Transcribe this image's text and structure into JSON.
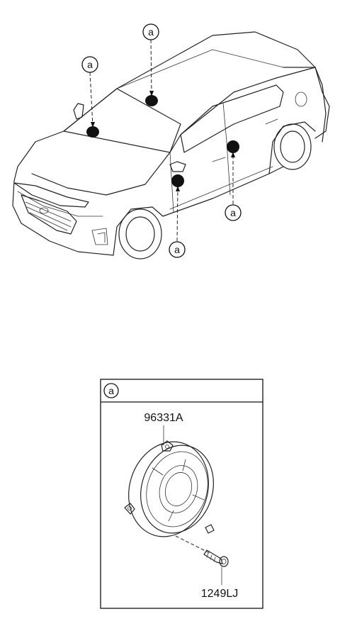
{
  "callouts": {
    "marker_letter": "a"
  },
  "detail_box": {
    "header_letter": "a",
    "speaker_part_number": "96331A",
    "screw_part_number": "1249LJ"
  }
}
